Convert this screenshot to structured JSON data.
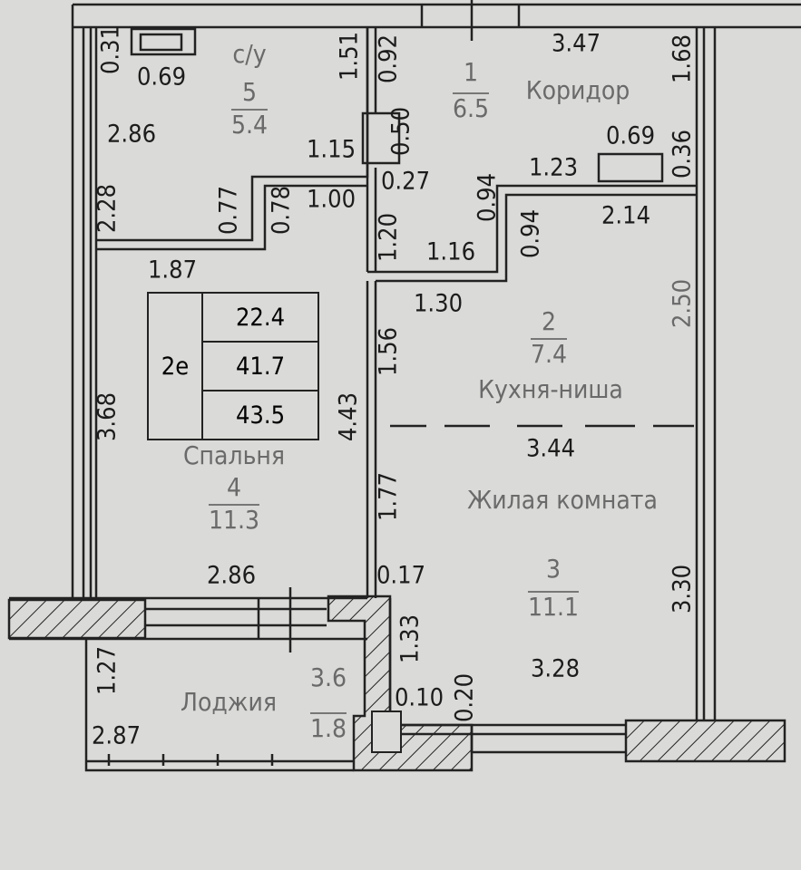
{
  "rooms": {
    "bathroom": {
      "label": "с/у",
      "number": "5",
      "area": "5.4"
    },
    "corridor": {
      "label": "Коридор",
      "number": "1",
      "area": "6.5"
    },
    "kitchen": {
      "label": "Кухня-ниша",
      "number": "2",
      "area": "7.4"
    },
    "living": {
      "label": "Жилая комната",
      "number": "3",
      "area": "11.1"
    },
    "bedroom": {
      "label": "Спальня",
      "number": "4",
      "area": "11.3"
    },
    "loggia": {
      "label": "Лоджия",
      "area_full": "3.6",
      "area_reduced": "1.8"
    }
  },
  "summary_table": {
    "type": "2е",
    "living_area": "22.4",
    "total_area": "41.7",
    "total_with_loggia": "43.5"
  },
  "dimensions": [
    "0.31",
    "0.69",
    "1.51",
    "0.92",
    "2.86",
    "1.15",
    "0.50",
    "0.27",
    "2.28",
    "0.77",
    "0.78",
    "1.00",
    "1.20",
    "1.16",
    "0.94",
    "0.94",
    "3.47",
    "1.68",
    "0.69",
    "1.23",
    "0.36",
    "2.14",
    "1.87",
    "1.30",
    "2.50",
    "1.56",
    "3.68",
    "4.43",
    "3.44",
    "1.77",
    "2.86",
    "0.17",
    "3.30",
    "1.33",
    "3.28",
    "1.27",
    "0.10",
    "0.20",
    "2.87"
  ],
  "colors": {
    "paper": "#dadad8",
    "line": "#222222"
  }
}
